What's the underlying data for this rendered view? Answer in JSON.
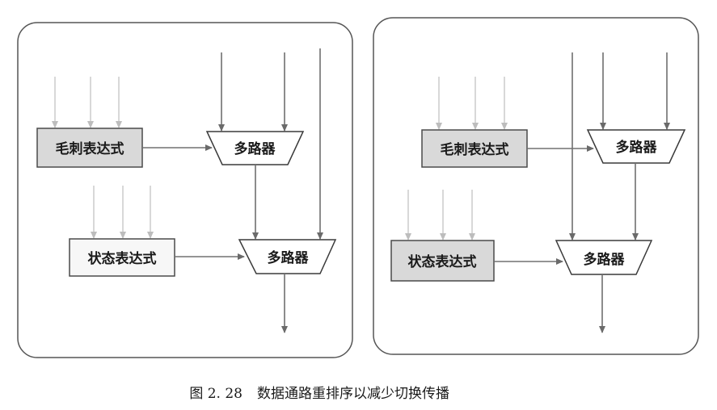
{
  "left_panel": {
    "top_expression": "毛刺表达式",
    "bottom_expression": "状态表达式",
    "top_mux": "多路器",
    "bottom_mux": "多路器"
  },
  "right_panel": {
    "top_expression": "毛刺表达式",
    "bottom_expression": "状态表达式",
    "top_mux": "多路器",
    "bottom_mux": "多路器"
  },
  "caption": {
    "number": "图 2. 28",
    "text": "数据通路重排序以减少切换传播"
  }
}
